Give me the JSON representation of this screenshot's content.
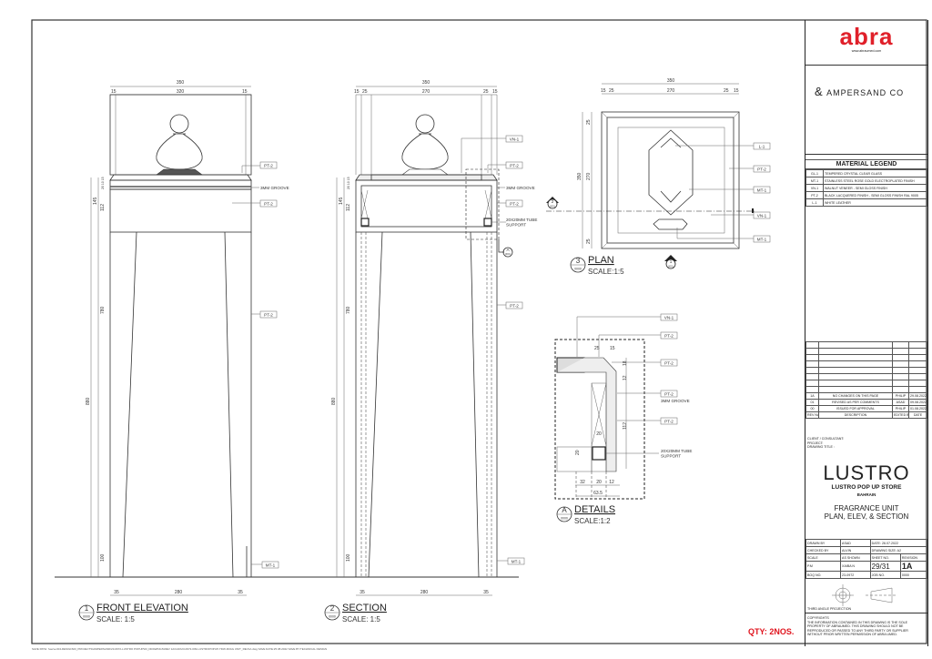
{
  "drawings": {
    "front": {
      "number": "1",
      "ref": "0000",
      "title": "FRONT ELEVATION",
      "scale": "SCALE: 1:5",
      "dims": {
        "overall_w": "350",
        "inner_w": "320",
        "side": "15",
        "h_total": "880",
        "h_top": "145",
        "h_body": "112",
        "h_leg": "780",
        "h_base": "100",
        "top_small": "20 10 15",
        "leg": "35",
        "leg_gap": "280"
      },
      "tags": {
        "pt2": "PT-2",
        "groove": "3MM GROOVE",
        "mt1": "MT-1"
      }
    },
    "section": {
      "number": "2",
      "ref": "0000",
      "title": "SECTION",
      "scale": "SCALE: 1:5",
      "dims": {
        "overall_w": "350",
        "inner_w": "270",
        "side": "15",
        "rim": "25",
        "h_total": "880",
        "h_top": "145",
        "h_body": "112",
        "h_leg": "780",
        "h_base": "100",
        "top_small": "20 10 15",
        "leg": "35",
        "leg_gap": "280"
      },
      "tags": {
        "vn1": "VN-1",
        "pt2": "PT-2",
        "groove": "3MM GROOVE",
        "tube": "20X20MM TUBE",
        "support": "SUPPORT",
        "mt1": "MT-1",
        "callout": "A",
        "callout_ref": "0001",
        "sec_mark": "2",
        "sec_ref": "0001"
      }
    },
    "plan": {
      "number": "3",
      "ref": "0000",
      "title": "PLAN",
      "scale": "SCALE:1:5",
      "dims": {
        "overall": "350",
        "inner": "270",
        "side": "15",
        "rim": "25"
      },
      "tags": {
        "l1": "L-1",
        "pt2": "PT-2",
        "mt1": "MT-1",
        "vn1": "VN-1",
        "elev_mark": "1",
        "elev_ref": "0001"
      }
    },
    "details": {
      "number": "A",
      "ref": "0000",
      "title": "DETAILS",
      "scale": "SCALE:1:2",
      "dims": {
        "d25": "25",
        "d15": "15",
        "d18": "18",
        "d12": "12",
        "d112": "112",
        "d20": "20",
        "d32": "32",
        "d63": "63.5"
      },
      "tags": {
        "vn1": "VN-1",
        "pt2": "PT-2",
        "groove": "3MM GROOVE",
        "tube": "20X20MM TUBE",
        "support": "SUPPORT"
      }
    }
  },
  "title_block": {
    "logo": {
      "name": "abra",
      "url": "www.abraumed.com",
      "brand_color": "#e0202a"
    },
    "client_logo": "AMPERSAND CO",
    "legend": {
      "title": "MATERIAL LEGEND",
      "rows": [
        {
          "code": "GL-1",
          "desc": "TEMPERED CRYSTAL CLEAR GLASS"
        },
        {
          "code": "MT-1",
          "desc": "STAINLESS STEEL ROSE GOLD ELECTROPLATED FINISH"
        },
        {
          "code": "VN-1",
          "desc": "WALNUT VENEER - SEMI GLOSS FINISH"
        },
        {
          "code": "PT-2",
          "desc": "BLACK LACQUERED FINISH - SEMI GLOSS FINISH RAL 9005"
        },
        {
          "code": "L-1",
          "desc": "WHITE LEATHER"
        }
      ]
    },
    "revisions": {
      "rows": [
        {
          "rev": "1A",
          "desc": "NO CHANGES ON THIS PAGE",
          "by": "PHILIP",
          "date": "29.08.2022"
        },
        {
          "rev": "01",
          "desc": "REVISED AS PER COMMENTS",
          "by": "ASAD",
          "date": "09.08.2022"
        },
        {
          "rev": "00",
          "desc": "ISSUED FOR APPROVAL",
          "by": "PHILIP",
          "date": "01.08.2022"
        }
      ],
      "headers": {
        "rev": "REV No.",
        "desc": "DESCRIPTION",
        "by": "EDITED BY",
        "date": "DATE"
      }
    },
    "client_label": "CLIENT / CONSULTANT:",
    "project_label": "PROJECT:",
    "drawing_title_label": "DRAWING TITLE :",
    "project_logo": "LUSTRO",
    "project_name": "LUSTRO POP UP STORE",
    "location": "BAHRAIN",
    "drawing_title_1": "FRAGRANCE UNIT",
    "drawing_title_2": "PLAN, ELEV, & SECTION",
    "info": {
      "drawn_by": "DRAWN BY",
      "drawn_val": "ASAD",
      "date_label": "DATE",
      "date_val": "26.07.2022",
      "checked_by": "CHECKED BY",
      "checked_val": "ALVIN",
      "size_label": "DRAWING SIZE",
      "size_val": "A2",
      "scale_label": "SCALE",
      "scale_val": "AS SHOWN",
      "sheet_label": "SHEET NO.",
      "revision_label": "REVISION",
      "pm_label": "P.M",
      "pm_val": "XAIBA N",
      "sheet_val": "29/31",
      "revision_val": "1A",
      "boq_label": "BOQ NO.",
      "boq_val": "23-0972",
      "job_label": "JOB NO.",
      "job_val": "0000"
    },
    "projection": "THIRD ANGLE PROJECTION",
    "copyright_title": "COPYRIGHTS",
    "copyright_text": "THE INFORMATION CONTAINED IN THIS DRAWING IS THE SOLE PROPERTY OF ABRAUMED. THIS DRAWING SHOULD NOT BE REPRODUCED OR PASSED TO ANY THIRD PARTY OR SUPPLIER WITHOUT PRIOR WRITTEN PERMISSION OF ABRA UMED."
  },
  "qty": "QTY: 2NOS.",
  "footer": "SAVE PATH: \\\\server\\04-DESIGN\\03_PROJECTS\\AMPERSAND\\23-0972-LUSTRO POPUP\\03_DRAWINGS\\REV 1A\\CAD\\23-0972-009-LUSTROPOPUP-TDW-FRAG UNIT_REV1A.dwg SAVE DATE:25.08.2022 SAVE BY:TECHNICAL DESIGN"
}
